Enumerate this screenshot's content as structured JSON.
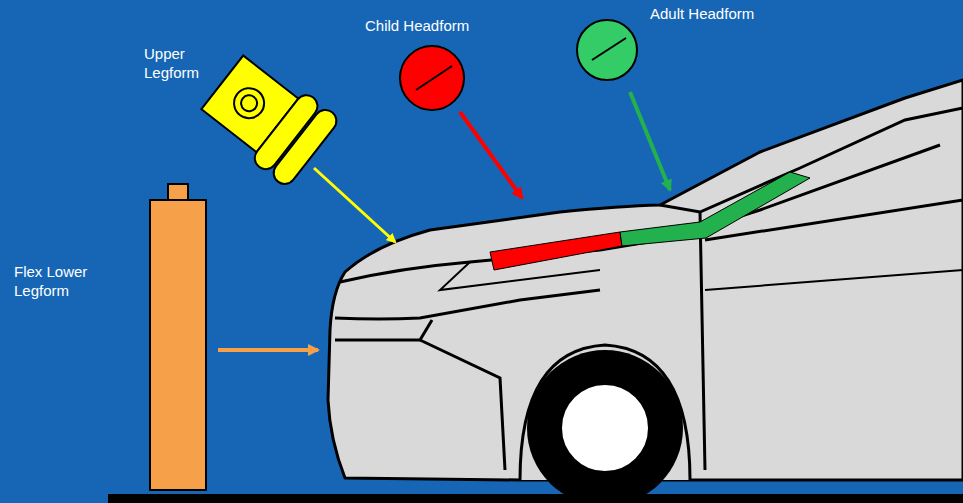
{
  "diagram": {
    "labels": [
      "Upper Legform",
      "Child Headform",
      "Adult Headform",
      "Flex Lower Legform"
    ]
  }
}
